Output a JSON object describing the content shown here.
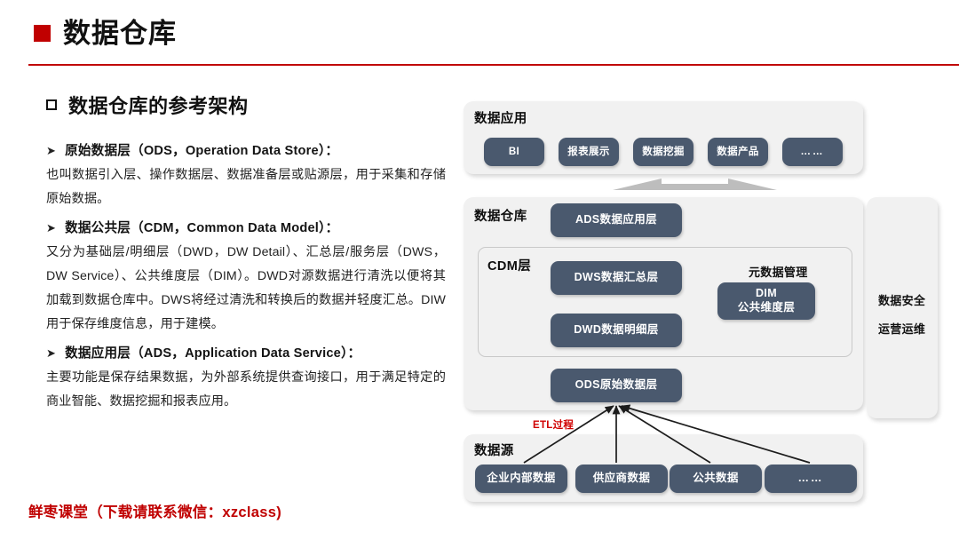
{
  "slide": {
    "title": "数据仓库",
    "title_bullet_color": "#c00000",
    "rule_color": "#c00000",
    "subtitle": "数据仓库的参考架构",
    "footer": "鲜枣课堂（下载请联系微信：xzclass)"
  },
  "sections": [
    {
      "heading": "原始数据层（ODS，Operation Data Store）：",
      "body": "也叫数据引入层、操作数据层、数据准备层或贴源层，用于采集和存储原始数据。"
    },
    {
      "heading": "数据公共层（CDM，Common Data Model）：",
      "body": "又分为基础层/明细层（DWD，DW Detail）、汇总层/服务层（DWS，DW Service）、公共维度层（DIM）。DWD对源数据进行清洗以便将其加载到数据仓库中。DWS将经过清洗和转换后的数据并轻度汇总。DIW用于保存维度信息，用于建模。"
    },
    {
      "heading": "数据应用层（ADS，Application Data Service）：",
      "body": "主要功能是保存结果数据，为外部系统提供查询接口，用于满足特定的商业智能、数据挖掘和报表应用。"
    }
  ],
  "diagram": {
    "chip_color": "#4a596e",
    "panel_color": "#f1f1f1",
    "application": {
      "label": "数据应用",
      "items": [
        "BI",
        "报表展示",
        "数据挖掘",
        "数据产品",
        "……"
      ]
    },
    "warehouse": {
      "label": "数据仓库",
      "ads": "ADS数据应用层",
      "cdm": {
        "label": "CDM层",
        "dws": "DWS数据汇总层",
        "dwd": "DWD数据明细层",
        "meta_label": "元数据管理",
        "dim_line1": "DIM",
        "dim_line2": "公共维度层"
      },
      "ods": "ODS原始数据层"
    },
    "etl_label": "ETL过程",
    "sources": {
      "label": "数据源",
      "items": [
        "企业内部数据",
        "供应商数据",
        "公共数据",
        "……"
      ]
    },
    "governance": {
      "line1": "数据安全",
      "line2": "运营运维"
    }
  }
}
